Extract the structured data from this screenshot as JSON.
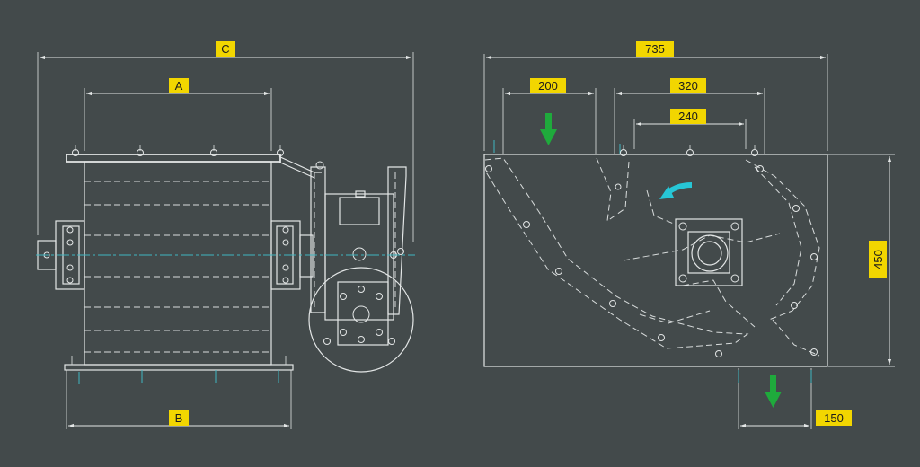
{
  "side_view": {
    "dim_C_label": "C",
    "dim_A_label": "A",
    "dim_B_label": "B"
  },
  "front_view": {
    "dim_overall_width": "735",
    "dim_inlet_offset": "200",
    "dim_flange_width": "320",
    "dim_bolt_spacing": "240",
    "dim_height": "450",
    "dim_outlet_width": "150"
  },
  "colors": {
    "background": "#434a4b",
    "line": "#e3e6e6",
    "label_fill": "#f2d600",
    "flow_arrow_green": "#1faa3c",
    "rotation_arrow_cyan": "#27c6d6",
    "centerline": "#3fb7c2"
  },
  "icons": {
    "inlet_flow": "arrow-down-icon",
    "outlet_flow": "arrow-down-icon",
    "rotation": "curved-arrow-icon"
  }
}
